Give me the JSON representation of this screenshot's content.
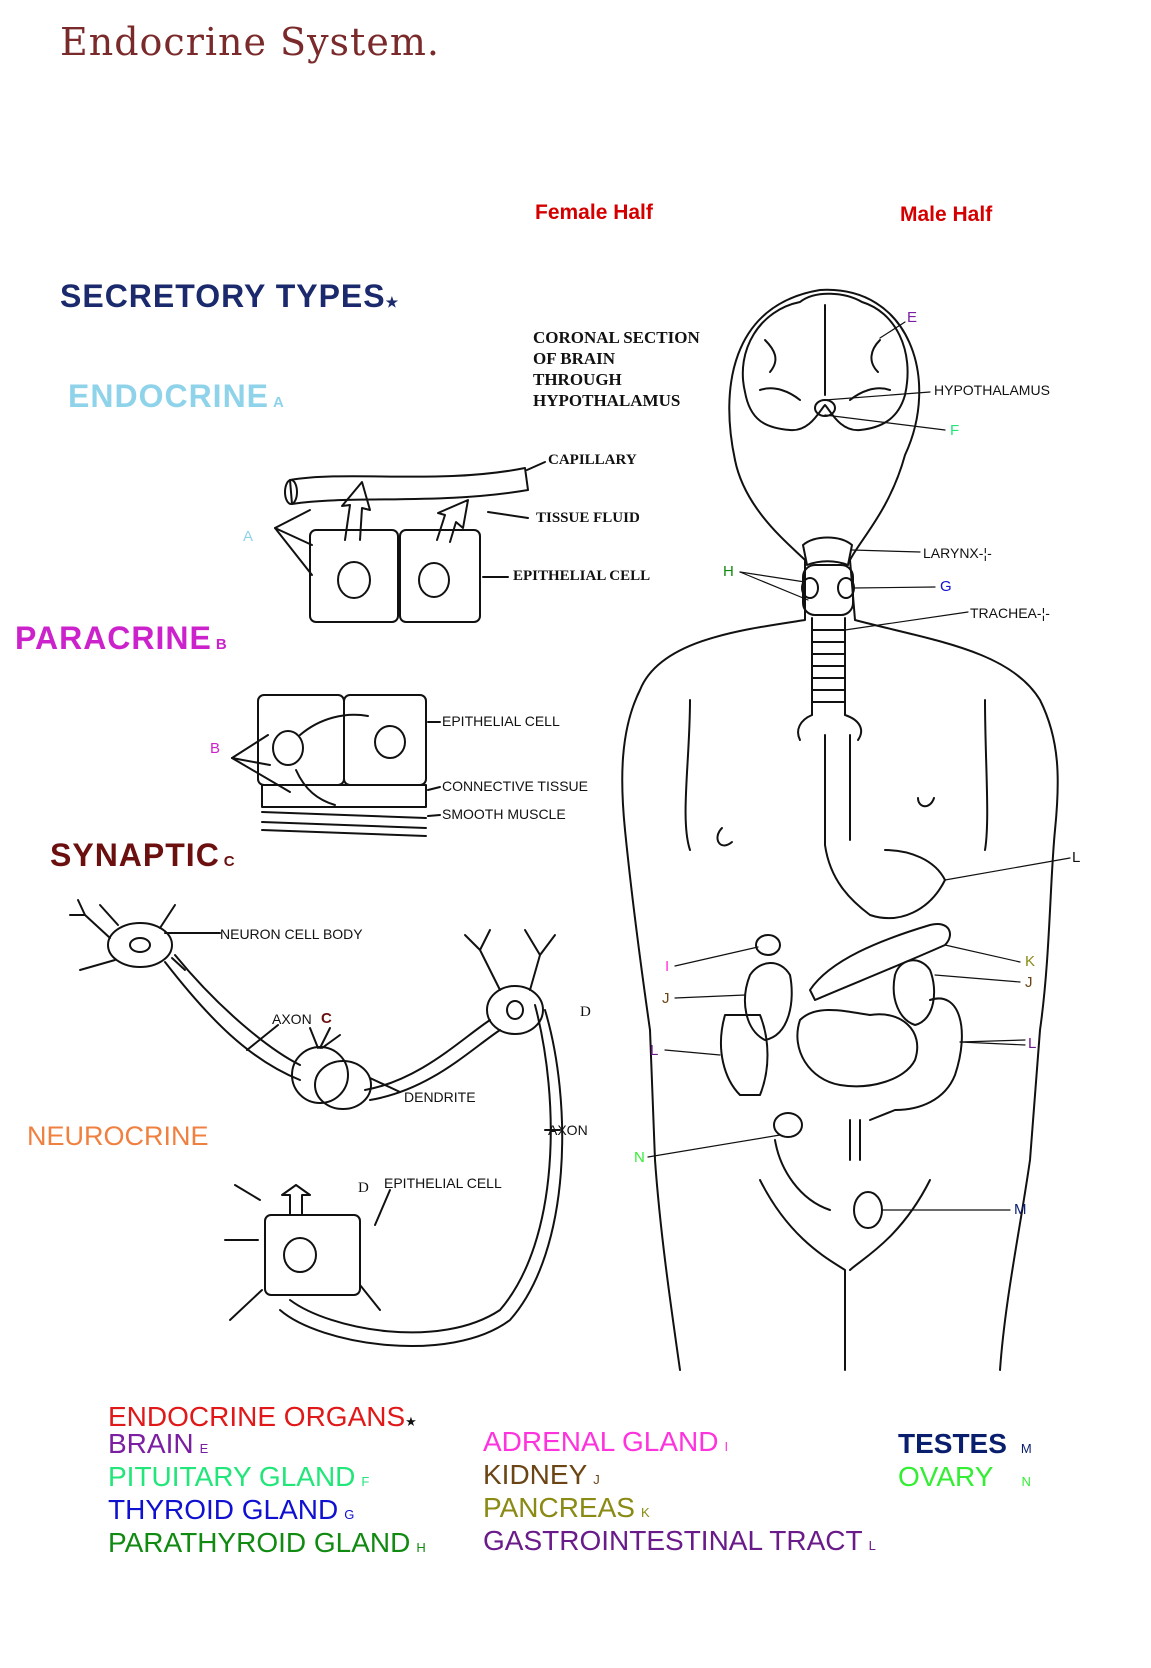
{
  "title": "Endocrine System.",
  "halves": {
    "female": "Female Half",
    "male": "Male Half"
  },
  "secretory": {
    "heading": "SECRETORY TYPES",
    "heading_mark": "★",
    "types": [
      {
        "name": "ENDOCRINE",
        "letter": "A",
        "color": "#8fd3ea"
      },
      {
        "name": "PARACRINE",
        "letter": "B",
        "color": "#cc22cc"
      },
      {
        "name": "SYNAPTIC",
        "letter": "C",
        "color": "#6b0f0f"
      },
      {
        "name": "NEUROCRINE",
        "letter": "",
        "color": "#f08040"
      }
    ]
  },
  "endocrine_labels": {
    "capillary": "CAPILLARY",
    "tissue_fluid": "TISSUE FLUID",
    "epithelial": "EPITHELIAL CELL",
    "letter": "A"
  },
  "paracrine_labels": {
    "epithelial": "EPITHELIAL CELL",
    "connective": "CONNECTIVE TISSUE",
    "smooth": "SMOOTH MUSCLE",
    "letter": "B"
  },
  "synaptic_labels": {
    "neuron_body": "NEURON CELL BODY",
    "axon": "AXON",
    "letter": "C",
    "dendrite": "DENDRITE",
    "d": "D"
  },
  "neurocrine_labels": {
    "axon": "AXON",
    "epithelial": "EPITHELIAL CELL",
    "d": "D"
  },
  "brain_caption": [
    "CORONAL SECTION",
    "OF BRAIN",
    "THROUGH",
    "HYPOTHALAMUS"
  ],
  "body_labels": {
    "E": "E",
    "hypothalamus": "HYPOTHALAMUS",
    "F": "F",
    "larynx": "LARYNX",
    "H": "H",
    "G": "G",
    "trachea": "TRACHEA",
    "L": "L",
    "K": "K",
    "I": "I",
    "J": "J",
    "N": "N",
    "M": "M"
  },
  "organs": {
    "heading": "ENDOCRINE ORGANS",
    "heading_mark": "★",
    "col1": [
      {
        "name": "BRAIN",
        "letter": "E",
        "color": "#7b1fa2"
      },
      {
        "name": "PITUITARY GLAND",
        "letter": "F",
        "color": "#22e67a"
      },
      {
        "name": "THYROID GLAND",
        "letter": "G",
        "color": "#1010d0"
      },
      {
        "name": "PARATHYROID GLAND",
        "letter": "H",
        "color": "#118a11"
      }
    ],
    "col2": [
      {
        "name": "ADRENAL GLAND",
        "letter": "I",
        "color": "#ff33dd"
      },
      {
        "name": "KIDNEY",
        "letter": "J",
        "color": "#6b4514"
      },
      {
        "name": "PANCREAS",
        "letter": "K",
        "color": "#8a8a14"
      },
      {
        "name": "GASTROINTESTINAL TRACT",
        "letter": "L",
        "color": "#6a1b8a"
      }
    ],
    "col3": [
      {
        "name": "TESTES",
        "letter": "M",
        "color": "#0a1e6e"
      },
      {
        "name": "OVARY",
        "letter": "N",
        "color": "#33ee33"
      }
    ]
  },
  "colors": {
    "title": "#7a2a2a",
    "half": "#d40000",
    "heading": "#1a2a6c",
    "organs_heading": "#e01818"
  },
  "icons": [
    "cross-mark-icon"
  ]
}
